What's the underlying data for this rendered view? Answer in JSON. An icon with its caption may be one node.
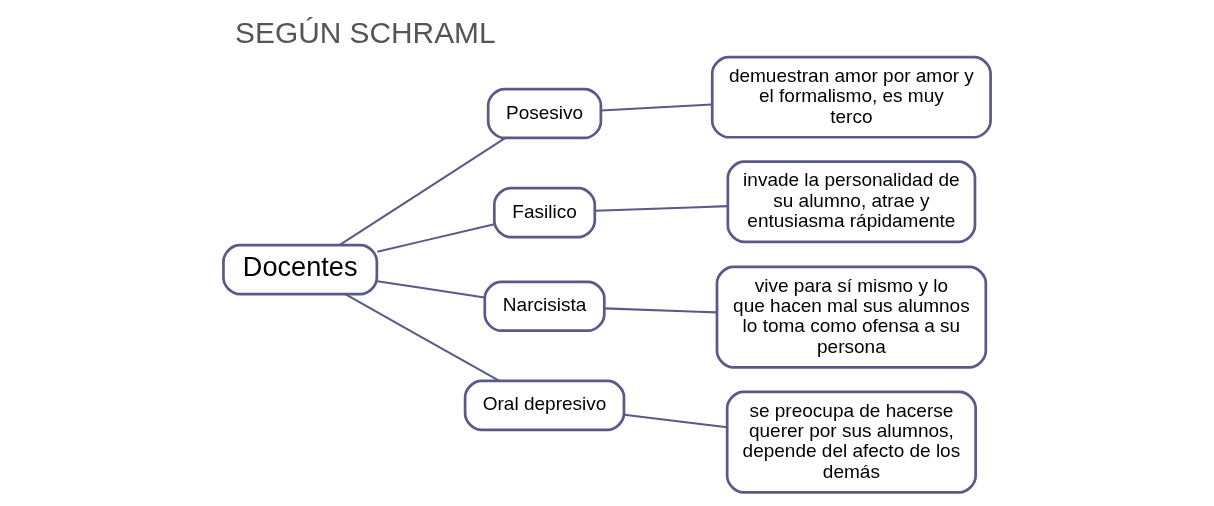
{
  "diagram": {
    "title": "SEGÚN SCHRAML",
    "nodes": [
      {
        "text": [
          "Docentes"
        ]
      },
      {
        "text": [
          "Posesivo"
        ]
      },
      {
        "text": [
          "Fasilico"
        ]
      },
      {
        "text": [
          "Narcisista"
        ]
      },
      {
        "text": [
          "Oral depresivo"
        ]
      },
      {
        "text": [
          "demuestran amor por amor y el formalismo, es muy terco"
        ]
      },
      {
        "text": [
          "invade la personalidad de su alumno, atrae y entusiasma rápidamente"
        ]
      },
      {
        "text": [
          "vive para sí mismo y lo que hacen mal sus alumnos lo toma como ofensa a su persona"
        ]
      },
      {
        "text": [
          "se preocupa de hacerse querer por sus alumnos, depende del afecto de los demás"
        ]
      }
    ],
    "edges": [
      {
        "from": 0,
        "to": 1,
        "arrow": "none"
      },
      {
        "from": 0,
        "to": 2,
        "arrow": "none"
      },
      {
        "from": 0,
        "to": 3,
        "arrow": "none"
      },
      {
        "from": 0,
        "to": 4,
        "arrow": "none"
      },
      {
        "from": 1,
        "to": 5,
        "arrow": "none"
      },
      {
        "from": 2,
        "to": 6,
        "arrow": "none"
      },
      {
        "from": 3,
        "to": 7,
        "arrow": "none"
      },
      {
        "from": 4,
        "to": 8,
        "arrow": "none"
      }
    ]
  }
}
